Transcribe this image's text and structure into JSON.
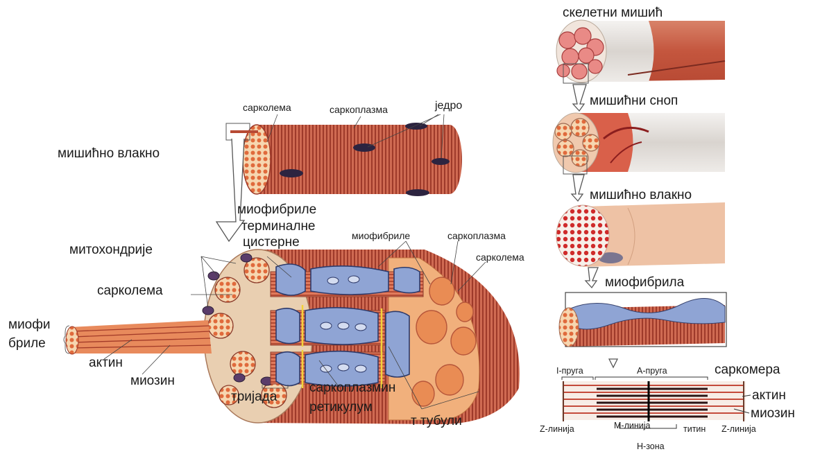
{
  "labels": {
    "skeletal_muscle": "скелетни мишић",
    "muscle_bundle": "мишићни сноп",
    "muscle_fiber_right": "мишићно влакно",
    "myofibril": "миофибрила",
    "sarcomere": "саркомера",
    "i_band": "I-пруга",
    "a_band": "А-пруга",
    "actin_right": "актин",
    "myosin_right": "миозин",
    "z_line_left": "Z-линија",
    "m_line": "М-линија",
    "titin": "титин",
    "z_line_right": "Z-линија",
    "h_zone": "Н-зона",
    "sarcolemma_top": "сарколема",
    "sarcoplasm_top": "саркоплазма",
    "nucleus": "једро",
    "muscle_fiber_left": "мишићно влакно",
    "myofibrils": "миофибриле",
    "terminal_cisternae_1": "терминалне",
    "terminal_cisternae_2": "цистерне",
    "mitochondria": "митохондрије",
    "myofibrils_2": "миофибриле",
    "sarcoplasm_2": "саркоплазма",
    "sarcolemma_right": "сарколема",
    "sarcolemma_left": "сарколема",
    "myofibrils_side_1": "миофи",
    "myofibrils_side_2": "бриле",
    "actin_left": "актин",
    "myosin_left": "миозин",
    "triad": "тријада",
    "sr_1": "саркоплазмин",
    "sr_2": "ретикулум",
    "t_tubules": "т тубули"
  },
  "colors": {
    "muscle_red": "#c8503a",
    "muscle_light": "#e8a07a",
    "sheath": "#e4e1de",
    "reticulum_blue": "#8fa4d4",
    "nucleus_dark": "#3a2a4a"
  }
}
